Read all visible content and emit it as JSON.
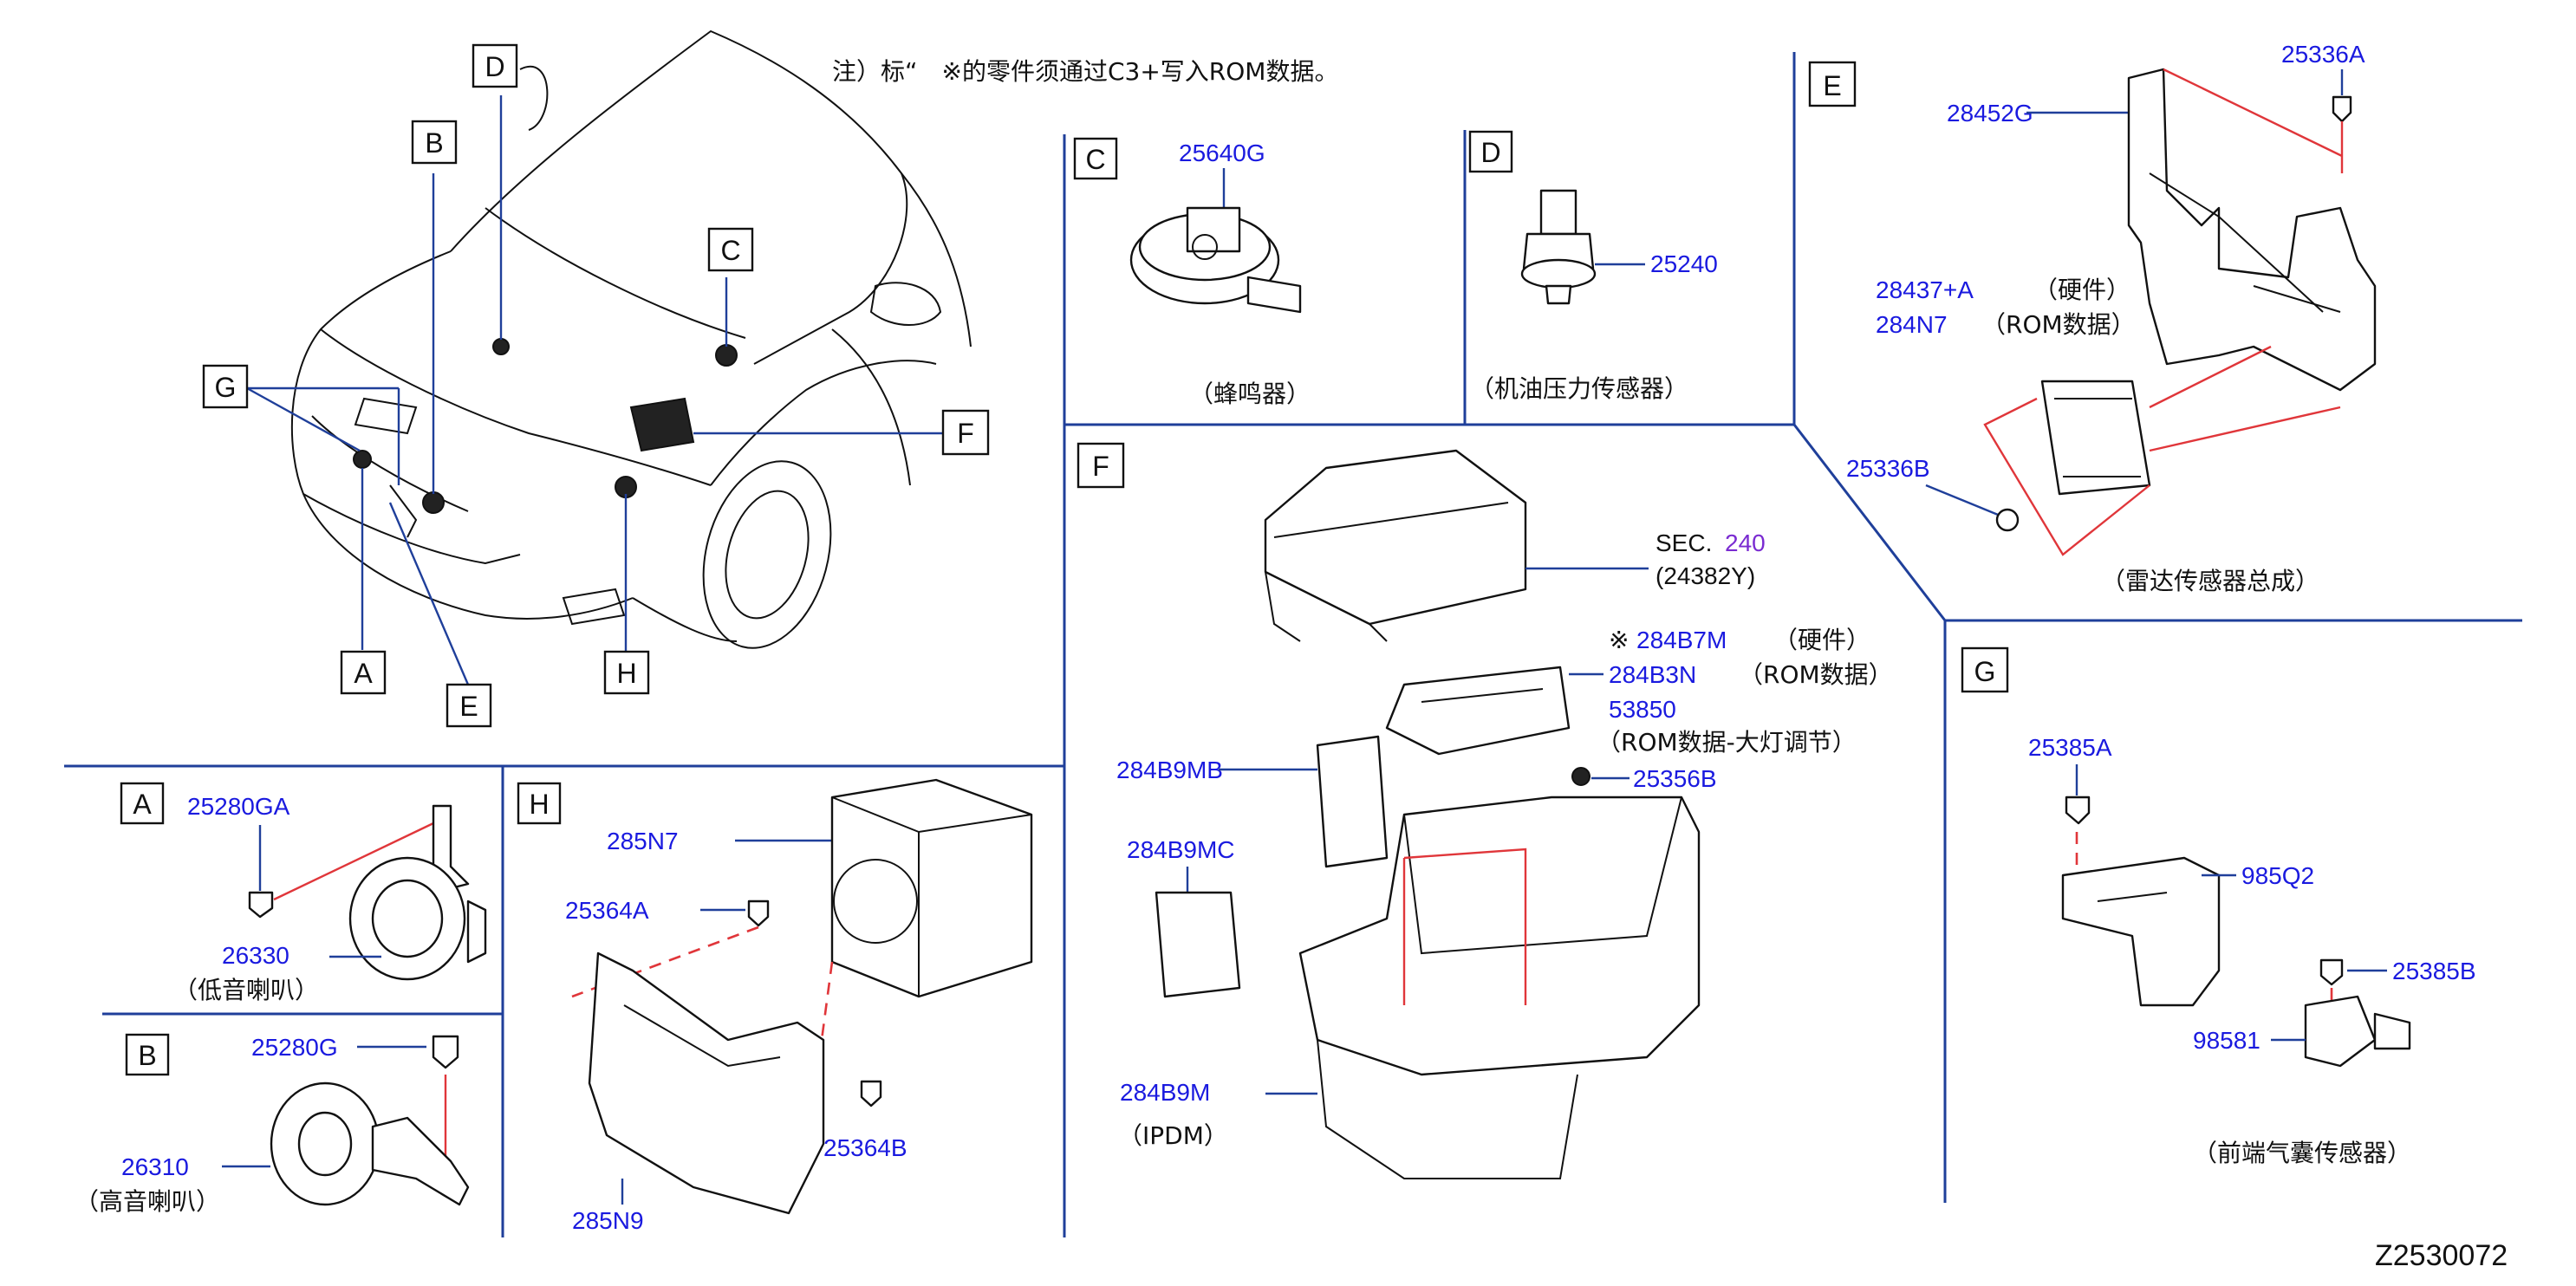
{
  "note": "注）标“　※的零件须通过C3+写入ROM数据。",
  "drawing_id": "Z2530072",
  "callouts": {
    "A": "A",
    "B": "B",
    "C": "C",
    "D": "D",
    "E": "E",
    "F": "F",
    "G": "G",
    "H": "H"
  },
  "sections": {
    "A": {
      "p1": "25280GA",
      "p2": "26330",
      "caption": "（低音喇叭）"
    },
    "B": {
      "p1": "25280G",
      "p2": "26310",
      "caption": "（高音喇叭）"
    },
    "C": {
      "p1": "25640G",
      "caption": "（蜂鸣器）"
    },
    "D": {
      "p1": "25240",
      "caption": "（机油压力传感器）"
    },
    "E": {
      "p1": "25336A",
      "p2": "28452G",
      "p3": "28437+A",
      "p4": "284N7",
      "p5": "25336B",
      "hw": "（硬件）",
      "rom": "（ROM数据）",
      "caption": "（雷达传感器总成）"
    },
    "F": {
      "sec": "SEC.",
      "sec_num": "240",
      "sec_ref": "(24382Y)",
      "mark": "※",
      "p1": "284B7M",
      "p2": "284B3N",
      "p3": "53850",
      "hw": "（硬件）",
      "rom": "（ROM数据）",
      "rom2": "（ROM数据-大灯调节）",
      "p4": "25356B",
      "p5": "284B9MB",
      "p6": "284B9MC",
      "p7": "284B9M",
      "ipdm": "（IPDM）"
    },
    "G": {
      "p1": "25385A",
      "p2": "985Q2",
      "p3": "25385B",
      "p4": "98581",
      "caption": "（前端气囊传感器）"
    },
    "H": {
      "p1": "285N7",
      "p2": "25364A",
      "p3": "25364B",
      "p4": "285N9"
    }
  },
  "icons": [
    "car-icon",
    "horn-icon",
    "buzzer-icon",
    "oil-pressure-sensor-icon",
    "radar-sensor-icon",
    "ipdm-icon",
    "airbag-sensor-icon",
    "bracket-icon"
  ]
}
